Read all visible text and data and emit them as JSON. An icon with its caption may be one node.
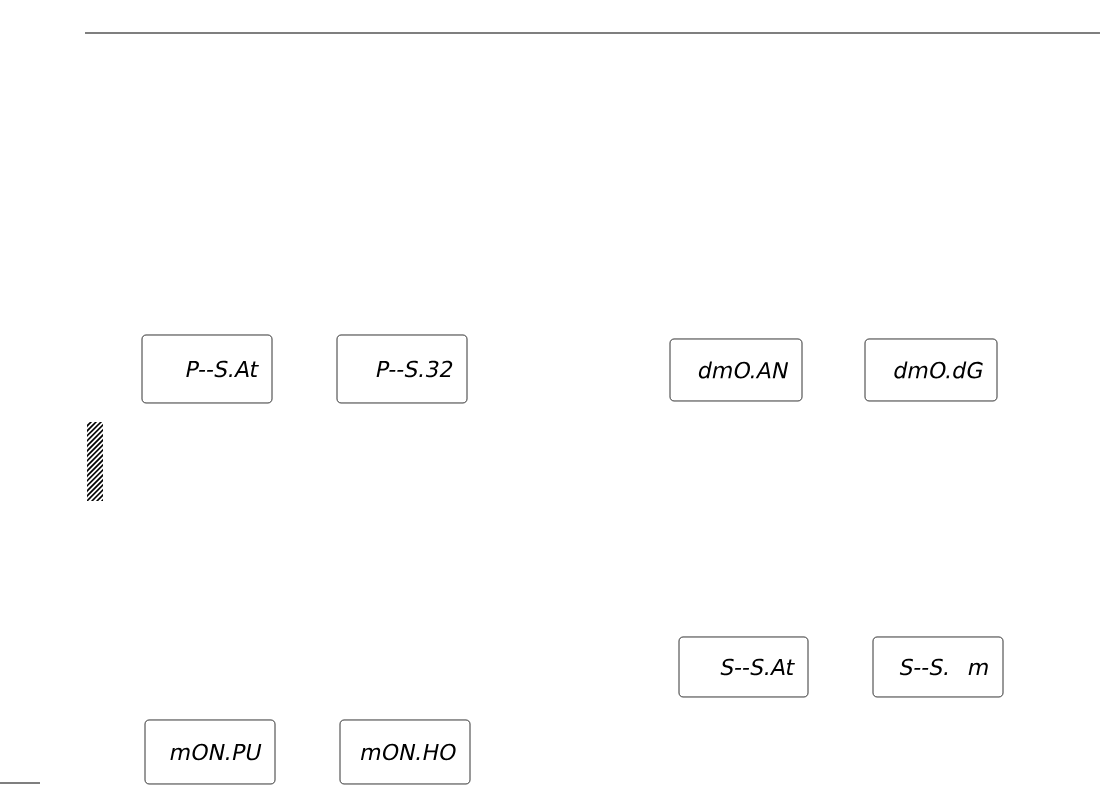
{
  "diagram": {
    "nodes": [
      {
        "text": [
          "P--S.At"
        ]
      },
      {
        "text": [
          "P--S.32"
        ]
      },
      {
        "text": [
          "dmO.AN"
        ]
      },
      {
        "text": [
          "dmO.dG"
        ]
      },
      {
        "text": [
          "S--S.At"
        ]
      },
      {
        "text": [
          "S--S. m"
        ]
      },
      {
        "text": [
          "mON.PU"
        ]
      },
      {
        "text": [
          "mON.HO"
        ]
      }
    ]
  }
}
